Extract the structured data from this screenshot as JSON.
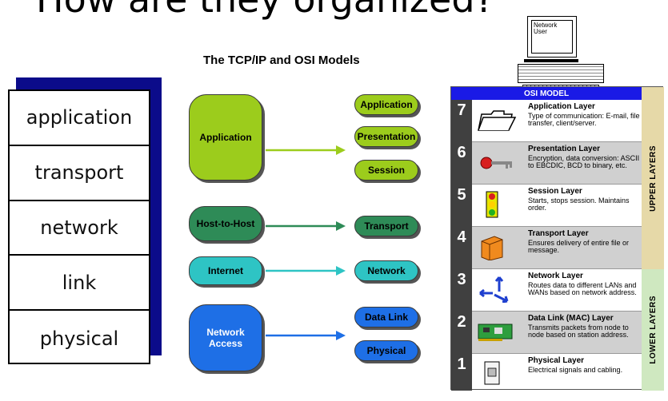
{
  "heading": "How are they organized?",
  "stack": [
    "application",
    "transport",
    "network",
    "link",
    "physical"
  ],
  "diagram_title": "The TCP/IP and OSI Models",
  "tcpip": [
    {
      "label": "Application",
      "color": "#9ccc1c"
    },
    {
      "label": "Host-to-Host",
      "color": "#2e8b57"
    },
    {
      "label": "Internet",
      "color": "#2ec4c4"
    },
    {
      "label": "Network\nAccess",
      "color": "#1e6fe6"
    }
  ],
  "osi_pills": [
    {
      "label": "Application",
      "color": "#9ccc1c"
    },
    {
      "label": "Presentation",
      "color": "#9ccc1c"
    },
    {
      "label": "Session",
      "color": "#9ccc1c"
    },
    {
      "label": "Transport",
      "color": "#2e8b57"
    },
    {
      "label": "Network",
      "color": "#2ec4c4"
    },
    {
      "label": "Data Link",
      "color": "#1e6fe6"
    },
    {
      "label": "Physical",
      "color": "#1e6fe6"
    }
  ],
  "computer_label": "Network\nUser",
  "osi_panel": {
    "header": "OSI MODEL",
    "upper_label": "UPPER LAYERS",
    "lower_label": "LOWER LAYERS",
    "upper_color": "#e6d9a8",
    "lower_color": "#cfe8c0",
    "layers": [
      {
        "num": "7",
        "name": "Application Layer",
        "desc": "Type of communication: E-mail, file transfer, client/server.",
        "icon": "folder-icon"
      },
      {
        "num": "6",
        "name": "Presentation Layer",
        "desc": "Encryption, data conversion: ASCII to EBCDIC, BCD to binary, etc.",
        "icon": "key-icon"
      },
      {
        "num": "5",
        "name": "Session Layer",
        "desc": "Starts, stops session. Maintains order.",
        "icon": "traffic-light-icon"
      },
      {
        "num": "4",
        "name": "Transport Layer",
        "desc": "Ensures delivery of entire file or message.",
        "icon": "package-icon"
      },
      {
        "num": "3",
        "name": "Network Layer",
        "desc": "Routes data to different LANs and WANs based on network address.",
        "icon": "routing-arrows-icon"
      },
      {
        "num": "2",
        "name": "Data Link (MAC) Layer",
        "desc": "Transmits packets from node to node based on station address.",
        "icon": "network-card-icon"
      },
      {
        "num": "1",
        "name": "Physical Layer",
        "desc": "Electrical signals and cabling.",
        "icon": "wall-socket-icon"
      }
    ]
  }
}
